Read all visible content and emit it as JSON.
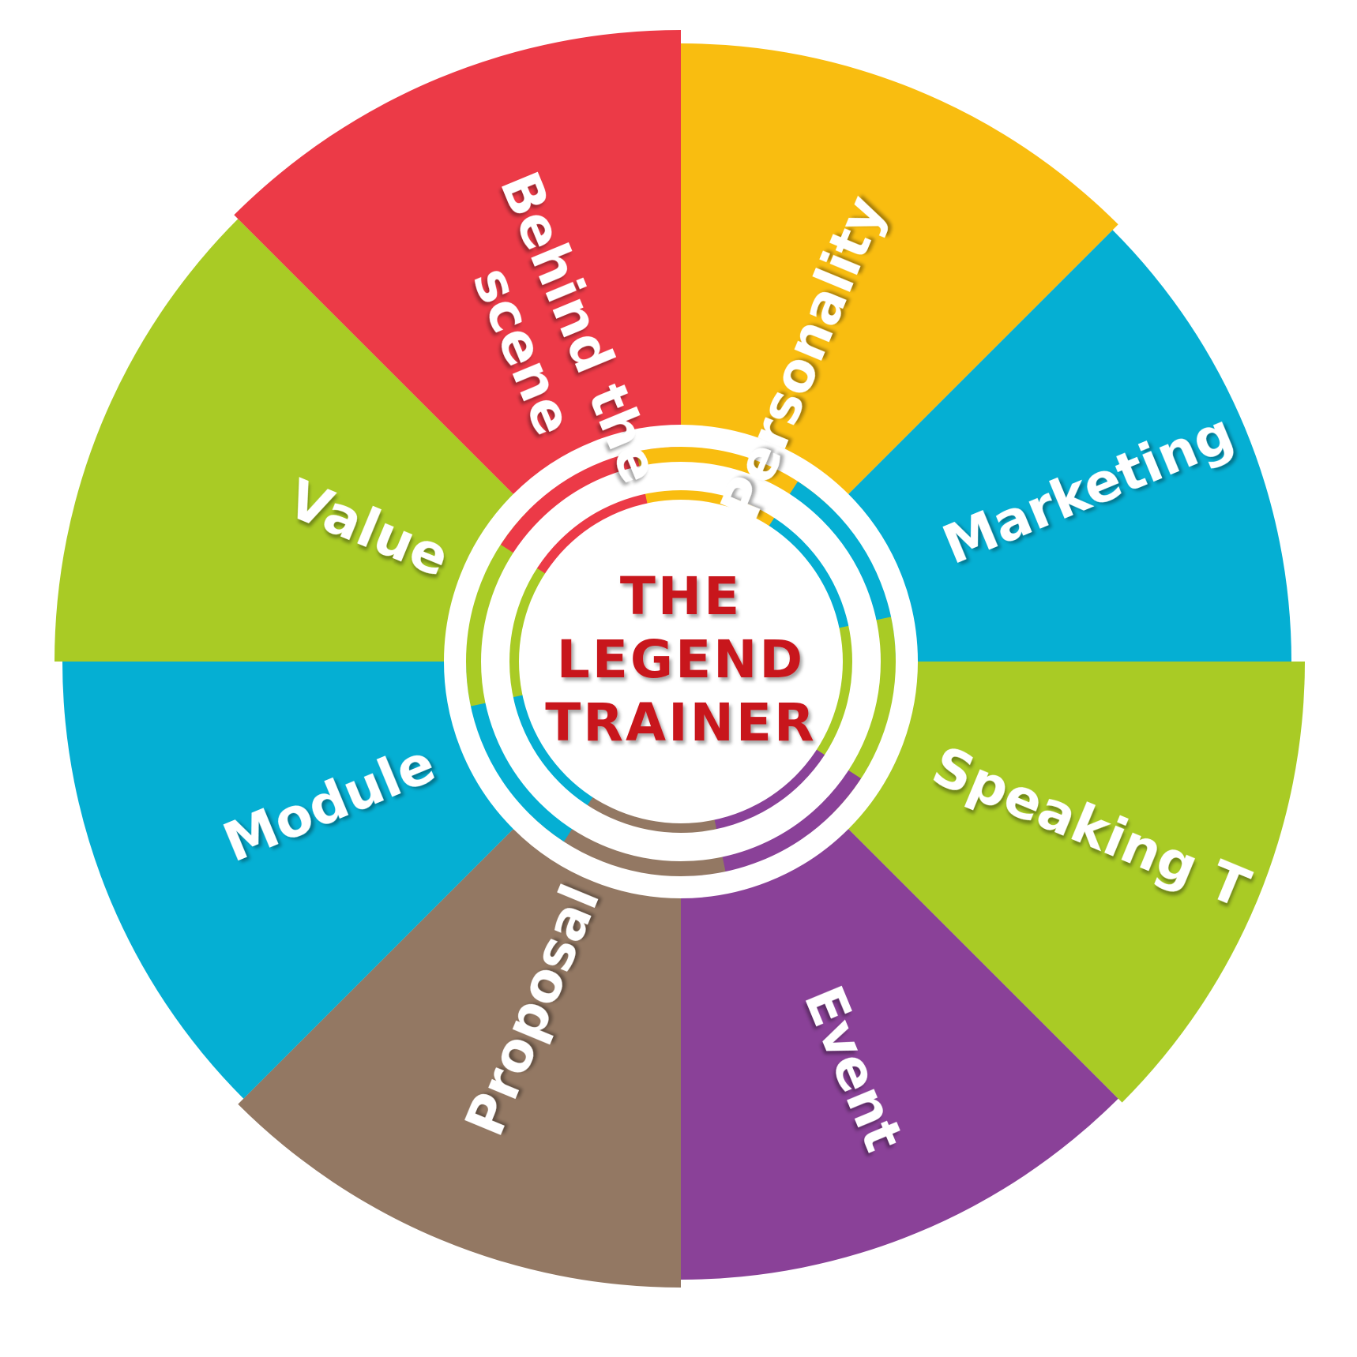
{
  "title": [
    "THE",
    "LEGEND",
    "TRAINER"
  ],
  "segments": [
    {
      "label": [
        "Personality"
      ],
      "color": "#f9bd10"
    },
    {
      "label": [
        "Marketing"
      ],
      "color": "#05afd3"
    },
    {
      "label": [
        "Speaking T"
      ],
      "color": "#a9cb25"
    },
    {
      "label": [
        "Event"
      ],
      "color": "#8a4198"
    },
    {
      "label": [
        "Proposal"
      ],
      "color": "#937863"
    },
    {
      "label": [
        "Module"
      ],
      "color": "#05afd3"
    },
    {
      "label": [
        "Value"
      ],
      "color": "#a9cb25"
    },
    {
      "label": [
        "Behind the",
        "scene"
      ],
      "color": "#ec3a47"
    }
  ],
  "colors": {
    "center_text": "#c8161d",
    "ring": "#ffffff",
    "shadow": "rgba(0,0,0,0.25)"
  }
}
